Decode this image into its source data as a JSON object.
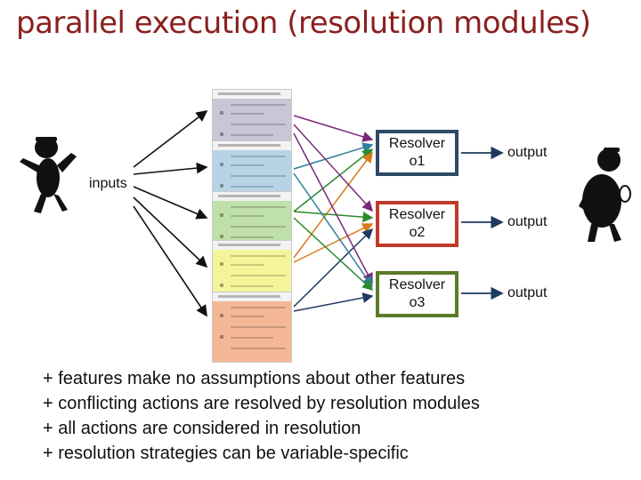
{
  "title": "parallel execution (resolution modules)",
  "inputs_label": "inputs",
  "resolvers": [
    {
      "line1": "Resolver",
      "line2": "o1",
      "border": "#2e4a66",
      "output": "output"
    },
    {
      "line1": "Resolver",
      "line2": "o2",
      "border": "#c0392b",
      "output": "output"
    },
    {
      "line1": "Resolver",
      "line2": "o3",
      "border": "#5a7a2a",
      "output": "output"
    }
  ],
  "panels": [
    {
      "color": "#c9c6d6"
    },
    {
      "color": "#b7d3e6"
    },
    {
      "color": "#bfe0a8"
    },
    {
      "color": "#f4f59a"
    },
    {
      "color": "#f4b796"
    }
  ],
  "arrow_colors": {
    "input": "#111111",
    "purple": "#7a2a7a",
    "teal": "#2f7f9a",
    "orange": "#d97a1a",
    "green": "#2d8a2d",
    "navy": "#1f3a5f"
  },
  "bullets": [
    "+ features make no assumptions about other features",
    "+ conflicting actions are resolved by resolution modules",
    "+ all actions are considered in resolution",
    "+ resolution strategies can be variable-specific"
  ]
}
